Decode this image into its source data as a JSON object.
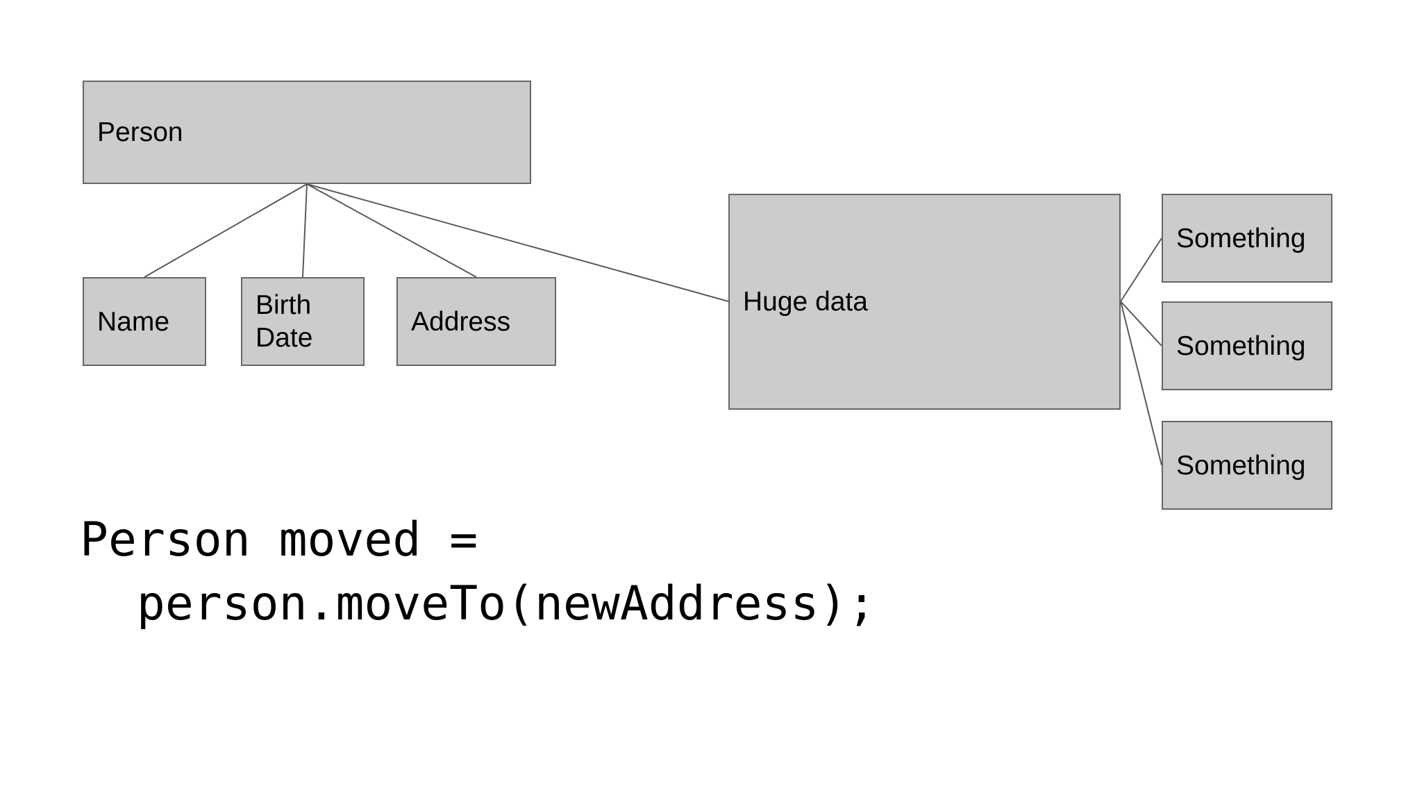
{
  "diagram": {
    "nodes": {
      "person": "Person",
      "name": "Name",
      "birth_line1": "Birth",
      "birth_line2": "Date",
      "address": "Address",
      "huge_data": "Huge data",
      "something_1": "Something",
      "something_2": "Something",
      "something_3": "Something"
    }
  },
  "code": {
    "line1": "Person moved =",
    "line2": "  person.moveTo(newAddress);"
  }
}
